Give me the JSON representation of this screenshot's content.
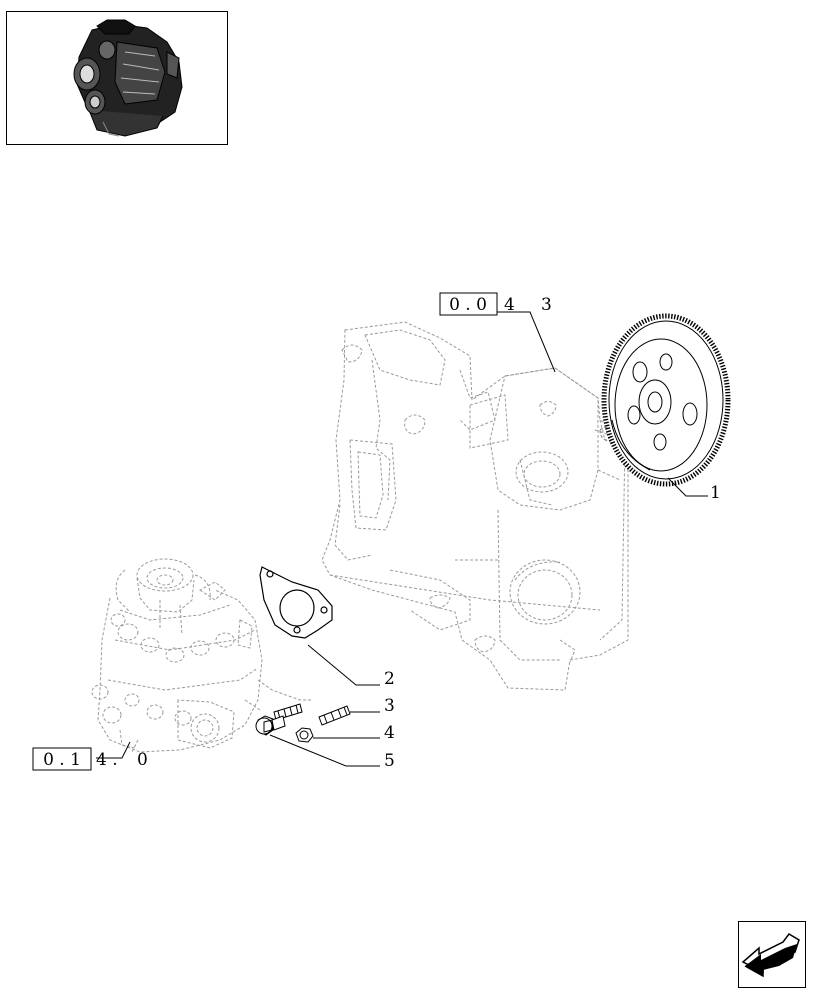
{
  "thumbnail": {
    "icon": "engine-thumbnail-icon"
  },
  "references": {
    "upper": {
      "boxed": "0 . 0",
      "suffix": "4",
      "tail": "3"
    },
    "lower": {
      "boxed": "0 . 1",
      "suffix": "4 .",
      "tail": "0"
    }
  },
  "callouts": [
    "1",
    "2",
    "3",
    "4",
    "5"
  ],
  "navigation": {
    "icon": "back-arrow-icon"
  }
}
